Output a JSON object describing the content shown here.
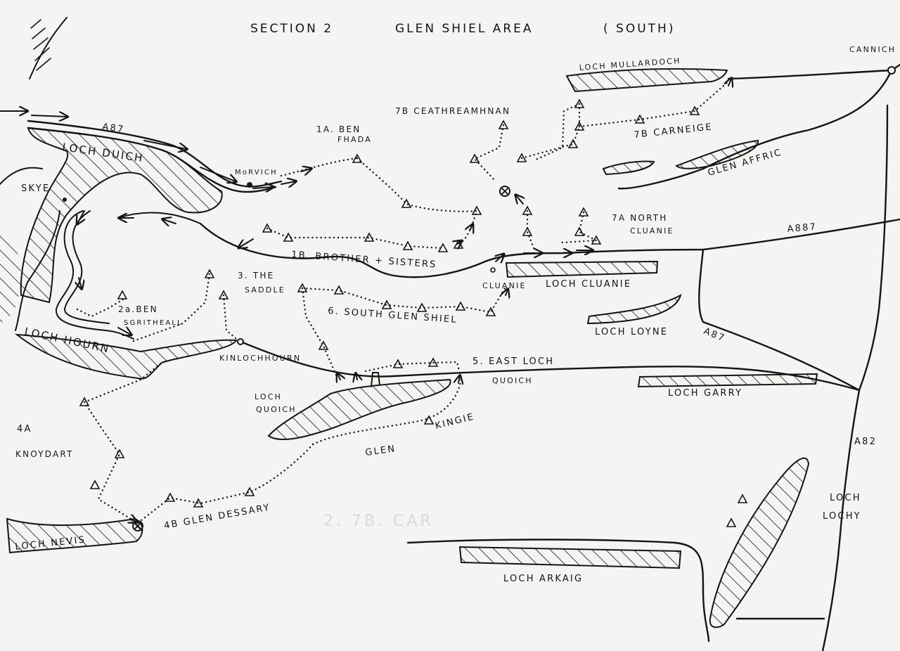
{
  "title": {
    "section": "SECTION 2",
    "area": "GLEN SHIEL AREA",
    "qualifier": "( SOUTH)"
  },
  "roads": {
    "a87_west": "A87",
    "a887": "A887",
    "a87_east": "A87",
    "a82": "A82"
  },
  "places": {
    "cannich": "CANNICH",
    "morvich": "MoRVICH",
    "skye": "SKYE",
    "cluanie": "CLUANIE",
    "kinlochhourn": "KINLOCHHOURN"
  },
  "lochs": {
    "mullardoch": "LOCH MULLARDOCH",
    "duich": "LOCH DUICH",
    "cluanie": "LOCH CLUANIE",
    "loyne": "LOCH LOYNE",
    "garry": "LOCH GARRY",
    "hourn": "LOCH HOURN",
    "quoich_1": "LOCH",
    "quoich_2": "QUOICH",
    "nevis": "LOCH NEVIS",
    "arkaig": "LOCH ARKAIG",
    "lochy_1": "LOCH",
    "lochy_2": "LOCHY"
  },
  "glens": {
    "affric": "GLEN AFFRIC",
    "kingie_1": "GLEN",
    "kingie_2": "KINGIE"
  },
  "routes": {
    "r1a_1": "1A. BEN",
    "r1a_2": "FHADA",
    "r1b": "1B. BROTHER + SISTERS",
    "r2a_1": "2a.BEN",
    "r2a_2": "SGRITHEALL",
    "r3_1": "3. THE",
    "r3_2": "SADDLE",
    "r4a_1": "4A",
    "r4a_2": "KNOYDART",
    "r4b": "4B GLEN DESSARY",
    "r5_1": "5. EAST LOCH",
    "r5_2": "QUOICH",
    "r6": "6. SOUTH GLEN SHIEL",
    "r7a_1": "7A NORTH",
    "r7a_2": "CLUANIE",
    "r7b_ceath": "7B CEATHREAMHNAN",
    "r7b_carn": "7B CARNEIGE"
  },
  "faded_note": "2. 7B. CAR",
  "colors": {
    "ink": "#151515",
    "paper": "#f4f4f2"
  }
}
